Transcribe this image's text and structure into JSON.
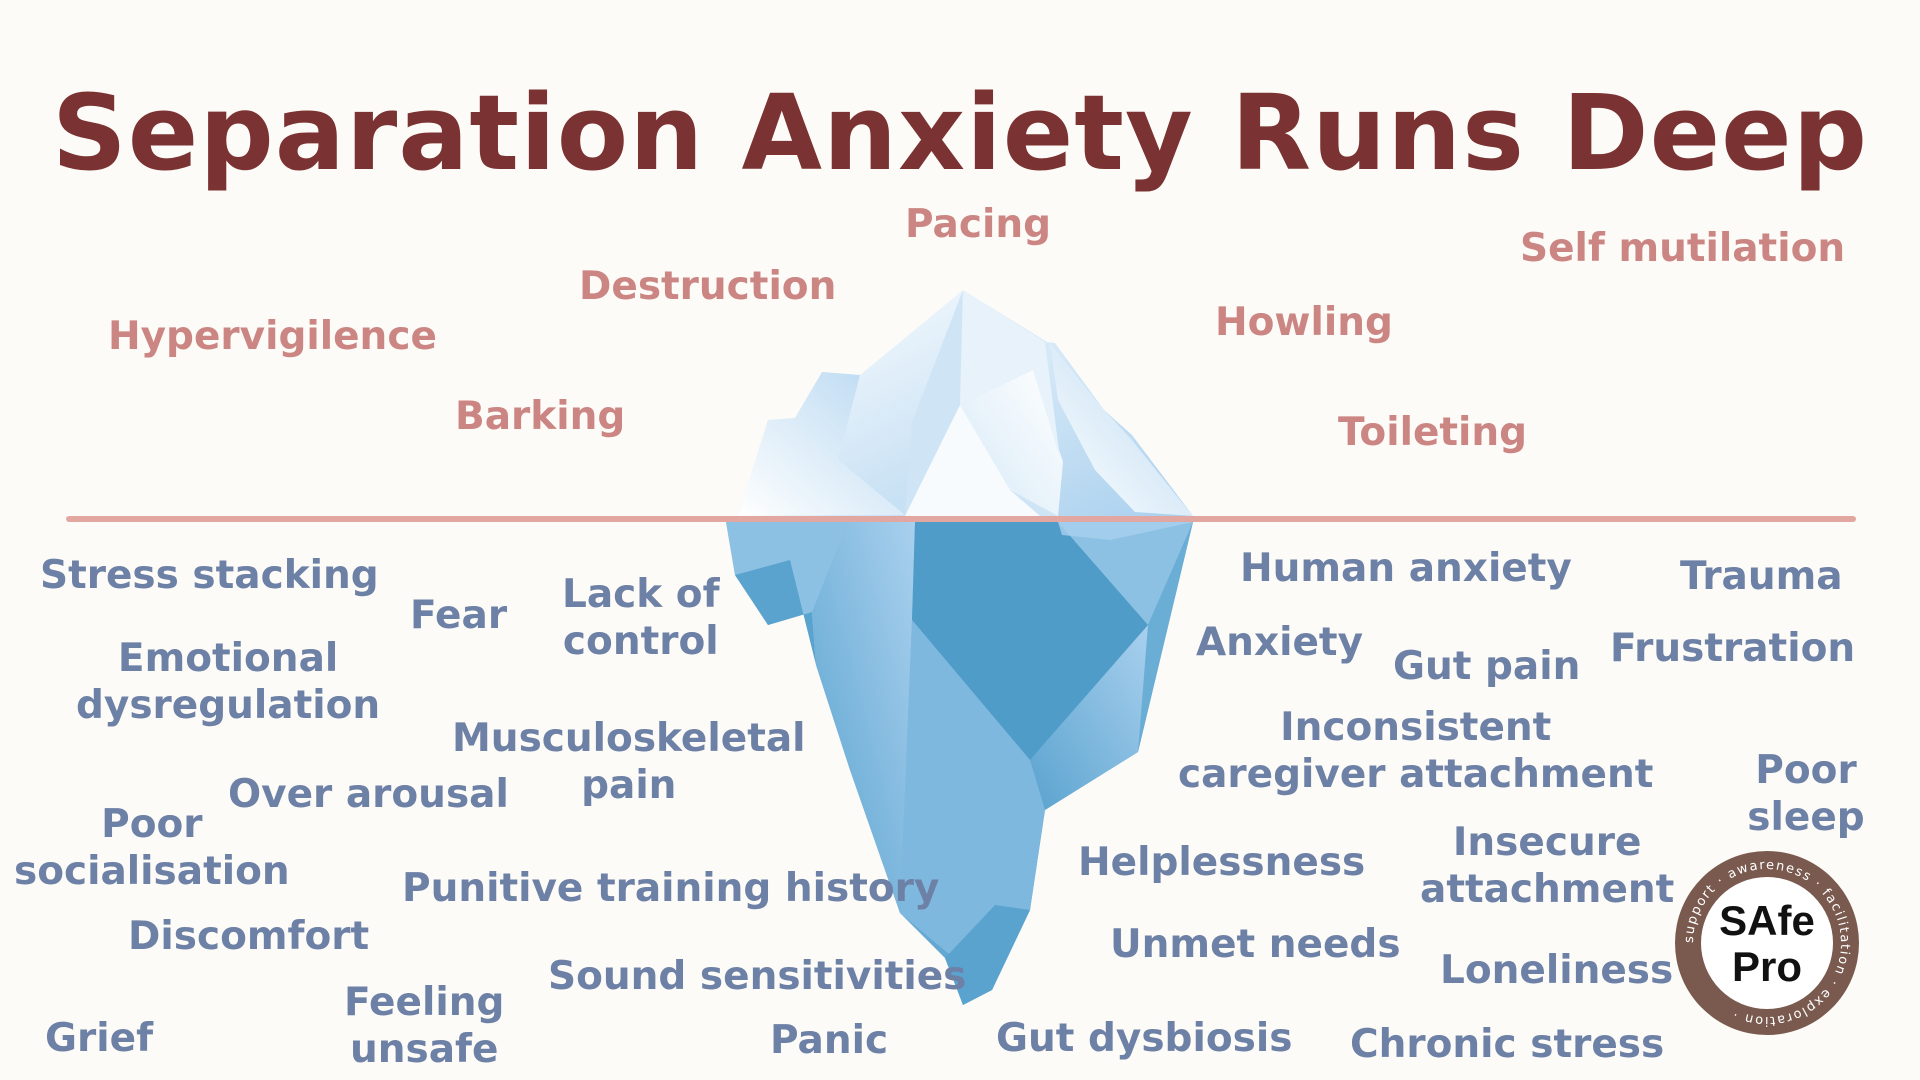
{
  "title": "Separation Anxiety Runs Deep",
  "colors": {
    "title": "#7b3232",
    "above_water_text": "#cb8683",
    "below_water_text": "#6d80a5",
    "waterline": "#e3a7a2",
    "iceberg_light": "#bcdcf2",
    "iceberg_dark": "#4f9cc9",
    "logo_ring": "#7a5a4e",
    "background": "#fdfbf7"
  },
  "above_water": {
    "pacing": "Pacing",
    "self_mutilation": "Self mutilation",
    "destruction": "Destruction",
    "hypervigilence": "Hypervigilence",
    "howling": "Howling",
    "barking": "Barking",
    "toileting": "Toileting"
  },
  "below_water": {
    "stress_stacking": "Stress stacking",
    "fear": "Fear",
    "lack_of_control": "Lack of\ncontrol",
    "human_anxiety": "Human anxiety",
    "trauma": "Trauma",
    "emotional_dysregulation": "Emotional\ndysregulation",
    "anxiety": "Anxiety",
    "gut_pain": "Gut pain",
    "frustration": "Frustration",
    "musculoskeletal_pain": "Musculoskeletal\npain",
    "inconsistent_caregiver_attachment": "Inconsistent\ncaregiver attachment",
    "poor_sleep": "Poor sleep",
    "over_arousal": "Over arousal",
    "poor_socialisation": "Poor\nsocialisation",
    "insecure_attachment": "Insecure\nattachment",
    "helplessness": "Helplessness",
    "punitive_training_history": "Punitive training history",
    "discomfort": "Discomfort",
    "unmet_needs": "Unmet needs",
    "loneliness": "Loneliness",
    "sound_sensitivities": "Sound sensitivities",
    "feeling_unsafe": "Feeling\nunsafe",
    "grief": "Grief",
    "panic": "Panic",
    "gut_dysbiosis": "Gut dysbiosis",
    "chronic_stress": "Chronic stress"
  },
  "logo": {
    "name_top": "SAfe",
    "name_bottom": "Pro",
    "ring_text": "support · awareness · facilitation · exploration ·"
  }
}
